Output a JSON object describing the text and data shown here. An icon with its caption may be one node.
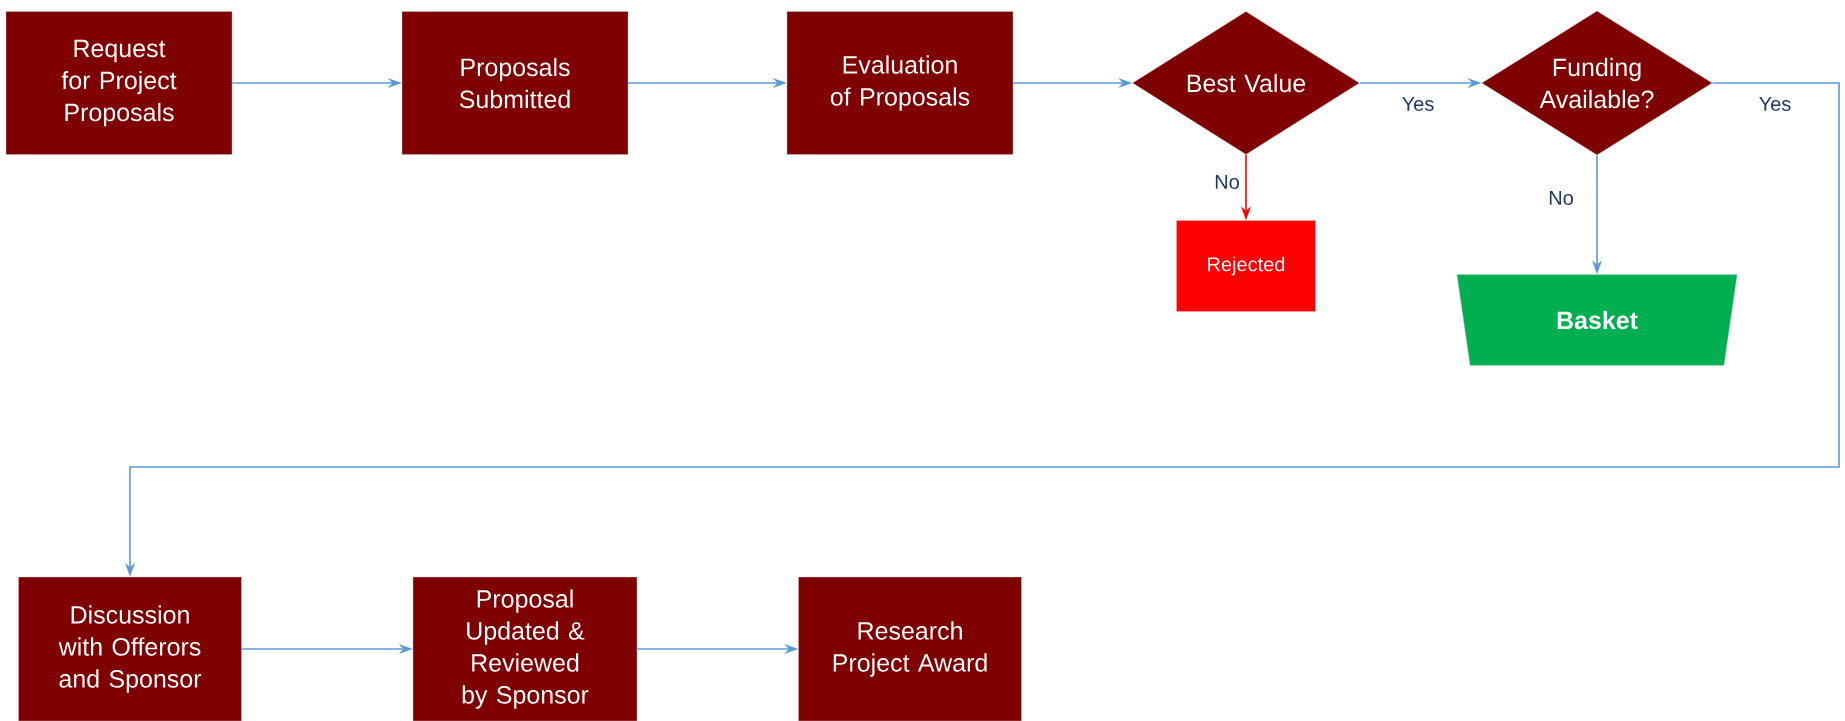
{
  "diagram": {
    "nodes": [
      {
        "text": [
          "Request for Project Proposals"
        ]
      },
      {
        "text": [
          "Proposals Submitted"
        ]
      },
      {
        "text": [
          "Evaluation of Proposals"
        ]
      },
      {
        "text": [
          "Best Value"
        ]
      },
      {
        "text": [
          "Funding Available?"
        ]
      },
      {
        "text": [
          "Rejected"
        ]
      },
      {
        "text": [
          "Basket"
        ]
      },
      {
        "text": [
          "Discussion with Offerors and Sponsor"
        ]
      },
      {
        "text": [
          "Proposal Updated & Reviewed by Sponsor"
        ]
      },
      {
        "text": [
          "Research Project Award"
        ]
      }
    ],
    "edges": [
      {
        "from": 0,
        "to": 1,
        "arrow": "to"
      },
      {
        "from": 1,
        "to": 2,
        "arrow": "to"
      },
      {
        "from": 2,
        "to": 3,
        "arrow": "to"
      },
      {
        "from": 3,
        "to": 4,
        "arrow": "to",
        "label": "Yes"
      },
      {
        "from": 3,
        "to": 5,
        "arrow": "to",
        "label": "No",
        "color": "#ff0000"
      },
      {
        "from": 4,
        "to": 6,
        "arrow": "to",
        "label": "No"
      },
      {
        "from": 4,
        "to": 7,
        "arrow": "to",
        "label": "Yes"
      },
      {
        "from": 7,
        "to": 8,
        "arrow": "to"
      },
      {
        "from": 8,
        "to": 9,
        "arrow": "to"
      }
    ]
  }
}
